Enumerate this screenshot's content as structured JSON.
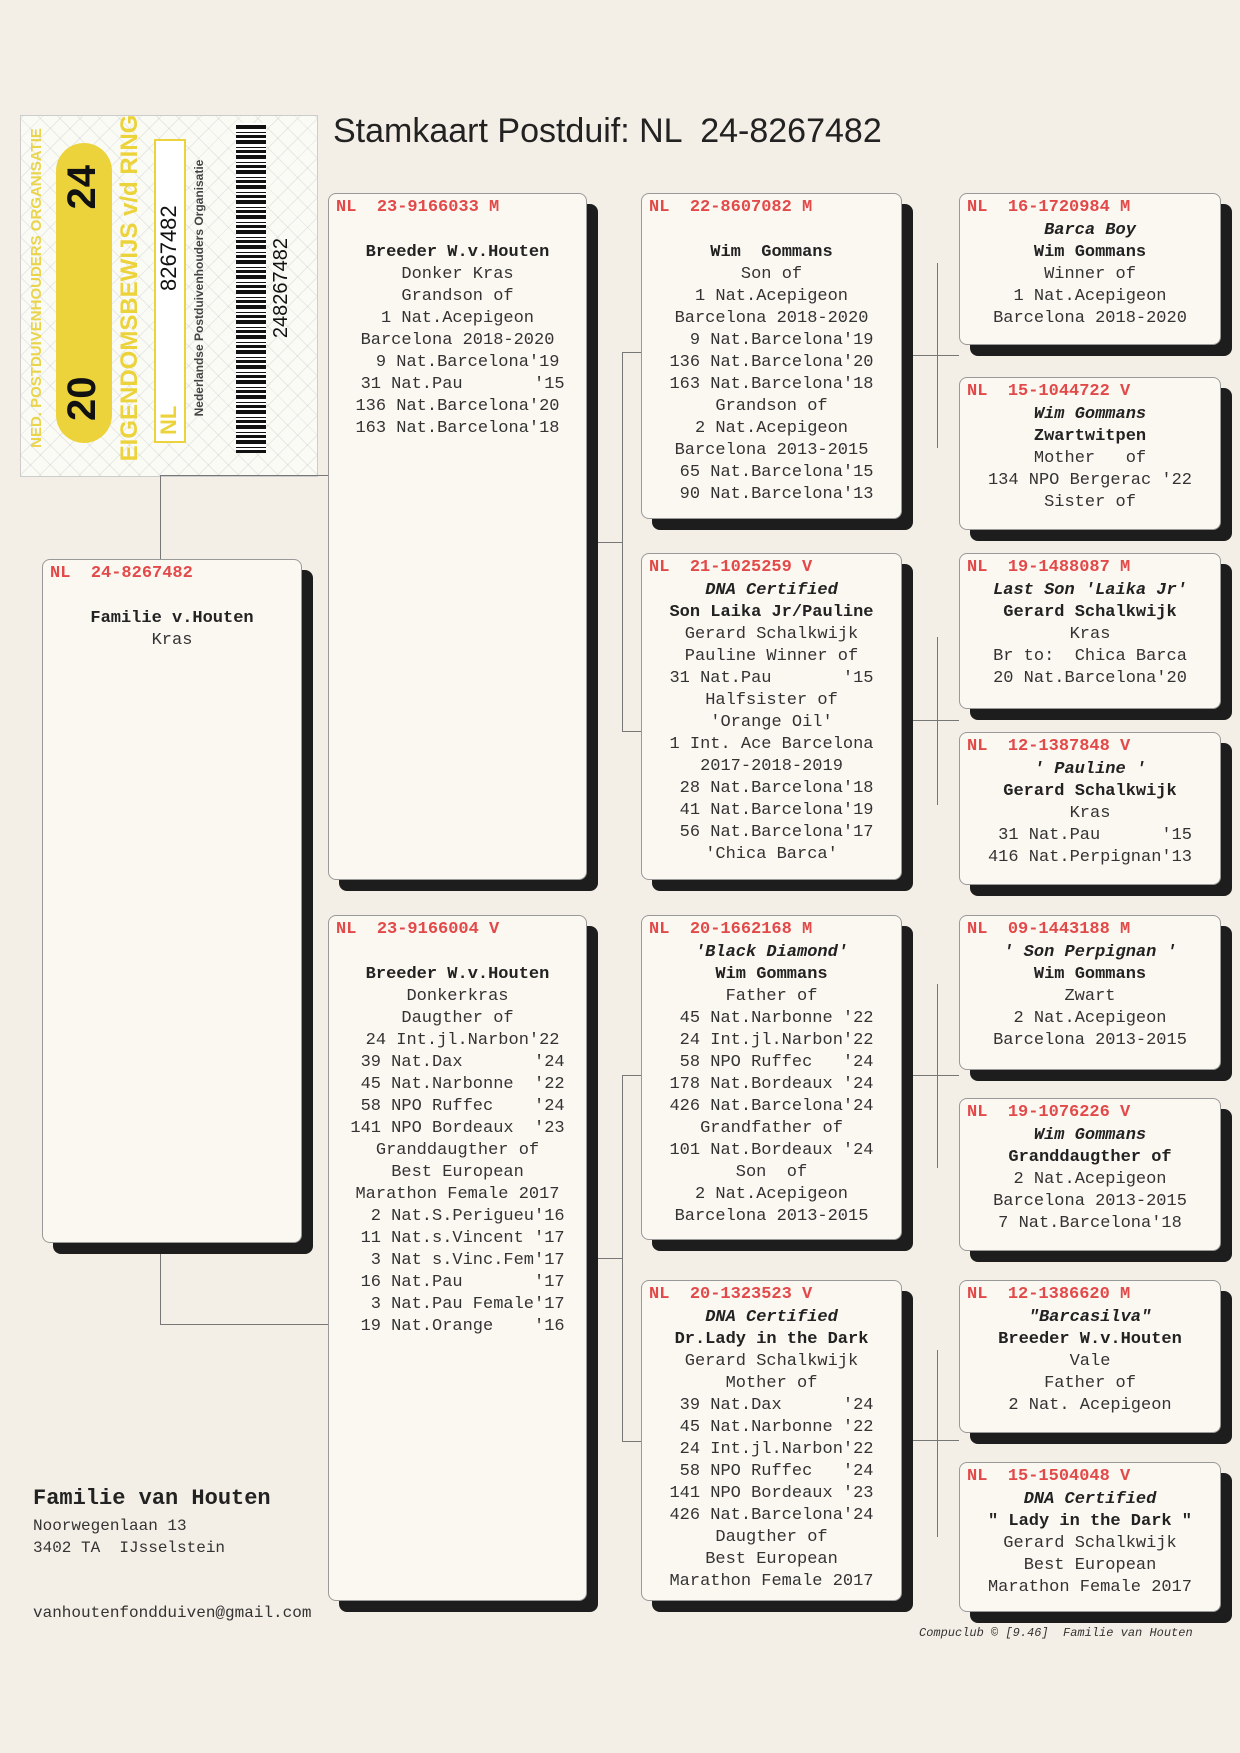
{
  "title": "Stamkaart Postduif: NL  24-8267482",
  "sticker": {
    "org": "NED. POSTDUIVENHOUDERS ORGANISATIE",
    "year_left": "20",
    "year_right": "24",
    "label": "EIGENDOMSBEWIJS v/d RING",
    "country": "NL",
    "number": "8267482",
    "npo": "Nederlandse Postduivenhouders Organisatie",
    "barcode_number": "248267482"
  },
  "main": {
    "country": "NL",
    "ring": "24-8267482",
    "lines": [
      {
        "t": "",
        "s": ""
      },
      {
        "t": "Familie v.Houten",
        "s": "b"
      },
      {
        "t": "Kras",
        "s": ""
      }
    ]
  },
  "parents": [
    {
      "country": "NL",
      "ring": "23-9166033 M",
      "lines": [
        {
          "t": "",
          "s": ""
        },
        {
          "t": "Breeder W.v.Houten",
          "s": "b"
        },
        {
          "t": "Donker Kras",
          "s": ""
        },
        {
          "t": "Grandson of",
          "s": ""
        },
        {
          "t": "1 Nat.Acepigeon",
          "s": ""
        },
        {
          "t": "Barcelona 2018-2020",
          "s": ""
        },
        {
          "t": "  9 Nat.Barcelona'19",
          "s": ""
        },
        {
          "t": " 31 Nat.Pau       '15",
          "s": ""
        },
        {
          "t": "136 Nat.Barcelona'20",
          "s": ""
        },
        {
          "t": "163 Nat.Barcelona'18",
          "s": ""
        }
      ]
    },
    {
      "country": "NL",
      "ring": "23-9166004 V",
      "lines": [
        {
          "t": "",
          "s": ""
        },
        {
          "t": "Breeder W.v.Houten",
          "s": "b"
        },
        {
          "t": "Donkerkras",
          "s": ""
        },
        {
          "t": "Daugther of",
          "s": ""
        },
        {
          "t": " 24 Int.jl.Narbon'22",
          "s": ""
        },
        {
          "t": " 39 Nat.Dax       '24",
          "s": ""
        },
        {
          "t": " 45 Nat.Narbonne  '22",
          "s": ""
        },
        {
          "t": " 58 NPO Ruffec    '24",
          "s": ""
        },
        {
          "t": "141 NPO Bordeaux  '23",
          "s": ""
        },
        {
          "t": "Granddaugther of",
          "s": ""
        },
        {
          "t": "Best European",
          "s": ""
        },
        {
          "t": "Marathon Female 2017",
          "s": ""
        },
        {
          "t": "  2 Nat.S.Perigueu'16",
          "s": ""
        },
        {
          "t": " 11 Nat.s.Vincent '17",
          "s": ""
        },
        {
          "t": "  3 Nat s.Vinc.Fem'17",
          "s": ""
        },
        {
          "t": " 16 Nat.Pau       '17",
          "s": ""
        },
        {
          "t": "  3 Nat.Pau Female'17",
          "s": ""
        },
        {
          "t": " 19 Nat.Orange    '16",
          "s": ""
        }
      ]
    }
  ],
  "grandparents": [
    {
      "country": "NL",
      "ring": "22-8607082 M",
      "lines": [
        {
          "t": "",
          "s": ""
        },
        {
          "t": "Wim  Gommans",
          "s": "b"
        },
        {
          "t": "Son of",
          "s": ""
        },
        {
          "t": "1 Nat.Acepigeon",
          "s": ""
        },
        {
          "t": "Barcelona 2018-2020",
          "s": ""
        },
        {
          "t": "  9 Nat.Barcelona'19",
          "s": ""
        },
        {
          "t": "136 Nat.Barcelona'20",
          "s": ""
        },
        {
          "t": "163 Nat.Barcelona'18",
          "s": ""
        },
        {
          "t": "Grandson of",
          "s": ""
        },
        {
          "t": "2 Nat.Acepigeon",
          "s": ""
        },
        {
          "t": "Barcelona 2013-2015",
          "s": ""
        },
        {
          "t": " 65 Nat.Barcelona'15",
          "s": ""
        },
        {
          "t": " 90 Nat.Barcelona'13",
          "s": ""
        }
      ]
    },
    {
      "country": "NL",
      "ring": "21-1025259 V",
      "lines": [
        {
          "t": "DNA Certified",
          "s": "bi"
        },
        {
          "t": "Son Laika Jr/Pauline",
          "s": "b"
        },
        {
          "t": "Gerard Schalkwijk",
          "s": ""
        },
        {
          "t": "Pauline Winner of",
          "s": ""
        },
        {
          "t": "31 Nat.Pau       '15",
          "s": ""
        },
        {
          "t": "Halfsister of",
          "s": ""
        },
        {
          "t": "'Orange Oil'",
          "s": ""
        },
        {
          "t": "1 Int. Ace Barcelona",
          "s": ""
        },
        {
          "t": "2017-2018-2019",
          "s": ""
        },
        {
          "t": " 28 Nat.Barcelona'18",
          "s": ""
        },
        {
          "t": " 41 Nat.Barcelona'19",
          "s": ""
        },
        {
          "t": " 56 Nat.Barcelona'17",
          "s": ""
        },
        {
          "t": "'Chica Barca'",
          "s": ""
        }
      ]
    },
    {
      "country": "NL",
      "ring": "20-1662168 M",
      "lines": [
        {
          "t": "'Black Diamond'",
          "s": "bi"
        },
        {
          "t": "Wim Gommans",
          "s": "b"
        },
        {
          "t": "Father of",
          "s": ""
        },
        {
          "t": " 45 Nat.Narbonne '22",
          "s": ""
        },
        {
          "t": " 24 Int.jl.Narbon'22",
          "s": ""
        },
        {
          "t": " 58 NPO Ruffec   '24",
          "s": ""
        },
        {
          "t": "178 Nat.Bordeaux '24",
          "s": ""
        },
        {
          "t": "426 Nat.Barcelona'24",
          "s": ""
        },
        {
          "t": "Grandfather of",
          "s": ""
        },
        {
          "t": "101 Nat.Bordeaux '24",
          "s": ""
        },
        {
          "t": "Son  of",
          "s": ""
        },
        {
          "t": "2 Nat.Acepigeon",
          "s": ""
        },
        {
          "t": "Barcelona 2013-2015",
          "s": ""
        }
      ]
    },
    {
      "country": "NL",
      "ring": "20-1323523 V",
      "lines": [
        {
          "t": "DNA Certified",
          "s": "bi"
        },
        {
          "t": "Dr.Lady in the Dark",
          "s": "b"
        },
        {
          "t": "Gerard Schalkwijk",
          "s": ""
        },
        {
          "t": "Mother of",
          "s": ""
        },
        {
          "t": " 39 Nat.Dax      '24",
          "s": ""
        },
        {
          "t": " 45 Nat.Narbonne '22",
          "s": ""
        },
        {
          "t": " 24 Int.jl.Narbon'22",
          "s": ""
        },
        {
          "t": " 58 NPO Ruffec   '24",
          "s": ""
        },
        {
          "t": "141 NPO Bordeaux '23",
          "s": ""
        },
        {
          "t": "426 Nat.Barcelona'24",
          "s": ""
        },
        {
          "t": "Daugther of",
          "s": ""
        },
        {
          "t": "Best European",
          "s": ""
        },
        {
          "t": "Marathon Female 2017",
          "s": ""
        }
      ]
    }
  ],
  "great_grandparents": [
    {
      "country": "NL",
      "ring": "16-1720984 M",
      "lines": [
        {
          "t": "Barca Boy",
          "s": "bi"
        },
        {
          "t": "Wim Gommans",
          "s": "b"
        },
        {
          "t": "Winner of",
          "s": ""
        },
        {
          "t": "1 Nat.Acepigeon",
          "s": ""
        },
        {
          "t": "Barcelona 2018-2020",
          "s": ""
        }
      ]
    },
    {
      "country": "NL",
      "ring": "15-1044722 V",
      "lines": [
        {
          "t": "Wim Gommans",
          "s": "bi"
        },
        {
          "t": "Zwartwitpen",
          "s": "b"
        },
        {
          "t": "Mother   of",
          "s": ""
        },
        {
          "t": "134 NPO Bergerac '22",
          "s": ""
        },
        {
          "t": "Sister of",
          "s": ""
        }
      ]
    },
    {
      "country": "NL",
      "ring": "19-1488087 M",
      "lines": [
        {
          "t": "Last Son 'Laika Jr'",
          "s": "bi"
        },
        {
          "t": "Gerard Schalkwijk",
          "s": "b"
        },
        {
          "t": "Kras",
          "s": ""
        },
        {
          "t": "Br to:  Chica Barca",
          "s": ""
        },
        {
          "t": "20 Nat.Barcelona'20",
          "s": ""
        }
      ]
    },
    {
      "country": "NL",
      "ring": "12-1387848 V",
      "lines": [
        {
          "t": "' Pauline '",
          "s": "bi"
        },
        {
          "t": "Gerard Schalkwijk",
          "s": "b"
        },
        {
          "t": "Kras",
          "s": ""
        },
        {
          "t": " 31 Nat.Pau      '15",
          "s": ""
        },
        {
          "t": "416 Nat.Perpignan'13",
          "s": ""
        }
      ]
    },
    {
      "country": "NL",
      "ring": "09-1443188 M",
      "lines": [
        {
          "t": "' Son Perpignan '",
          "s": "bi"
        },
        {
          "t": "Wim Gommans",
          "s": "b"
        },
        {
          "t": "Zwart",
          "s": ""
        },
        {
          "t": "2 Nat.Acepigeon",
          "s": ""
        },
        {
          "t": "Barcelona 2013-2015",
          "s": ""
        }
      ]
    },
    {
      "country": "NL",
      "ring": "19-1076226 V",
      "lines": [
        {
          "t": "Wim Gommans",
          "s": "bi"
        },
        {
          "t": "Granddaugther of",
          "s": "b"
        },
        {
          "t": "2 Nat.Acepigeon",
          "s": ""
        },
        {
          "t": "Barcelona 2013-2015",
          "s": ""
        },
        {
          "t": "7 Nat.Barcelona'18",
          "s": ""
        }
      ]
    },
    {
      "country": "NL",
      "ring": "12-1386620 M",
      "lines": [
        {
          "t": "\"Barcasilva\"",
          "s": "bi"
        },
        {
          "t": "Breeder W.v.Houten",
          "s": "b"
        },
        {
          "t": "Vale",
          "s": ""
        },
        {
          "t": "Father of",
          "s": ""
        },
        {
          "t": "2 Nat. Acepigeon",
          "s": ""
        }
      ]
    },
    {
      "country": "NL",
      "ring": "15-1504048 V",
      "lines": [
        {
          "t": "DNA Certified",
          "s": "bi"
        },
        {
          "t": "\" Lady in the Dark \"",
          "s": "b"
        },
        {
          "t": "Gerard Schalkwijk",
          "s": ""
        },
        {
          "t": "Best European",
          "s": ""
        },
        {
          "t": "Marathon Female 2017",
          "s": ""
        }
      ]
    }
  ],
  "footer": {
    "owner": "Familie van Houten",
    "street": "Noorwegenlaan 13",
    "city": "3402 TA  IJsselstein",
    "email": "vanhoutenfondduiven@gmail.com",
    "software": "Compuclub © [9.46]  Familie van Houten"
  }
}
